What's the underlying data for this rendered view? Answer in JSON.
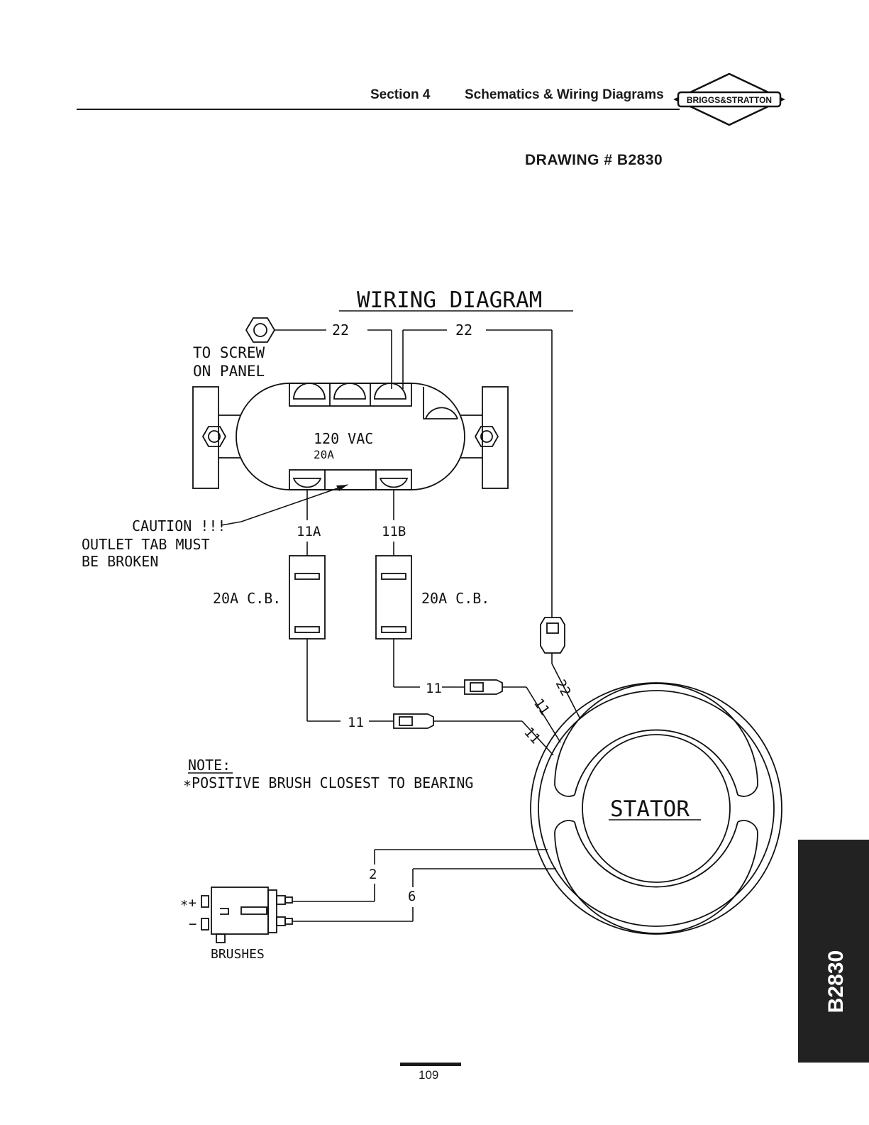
{
  "header": {
    "section": "Section 4",
    "title": "Schematics & Wiring Diagrams",
    "logo_text": "BRIGGS&STRATTON"
  },
  "drawing_number": "DRAWING # B2830",
  "diagram": {
    "title": "WIRING DIAGRAM",
    "screw_label_line1": "TO SCREW",
    "screw_label_line2": "ON PANEL",
    "wire_22_a": "22",
    "wire_22_b": "22",
    "wire_22_c": "22",
    "outlet_voltage": "120 VAC",
    "outlet_amperage": "20A",
    "caution_line1": "CAUTION !!!",
    "caution_line2": "OUTLET TAB MUST",
    "caution_line3": "BE BROKEN",
    "wire_11a": "11A",
    "wire_11b": "11B",
    "breaker_left": "20A C.B.",
    "breaker_right": "20A C.B.",
    "wire_11_a": "11",
    "wire_11_b": "11",
    "wire_11_c": "11",
    "wire_11_d": "11",
    "note_title": "NOTE:",
    "note_text": "∗POSITIVE BRUSH CLOSEST TO BEARING",
    "stator_label": "STATOR",
    "wire_2": "2",
    "wire_6": "6",
    "brush_plus": "∗+",
    "brush_minus": "−",
    "brushes_label": "BRUSHES"
  },
  "side_tab": "B2830",
  "page_number": "109"
}
